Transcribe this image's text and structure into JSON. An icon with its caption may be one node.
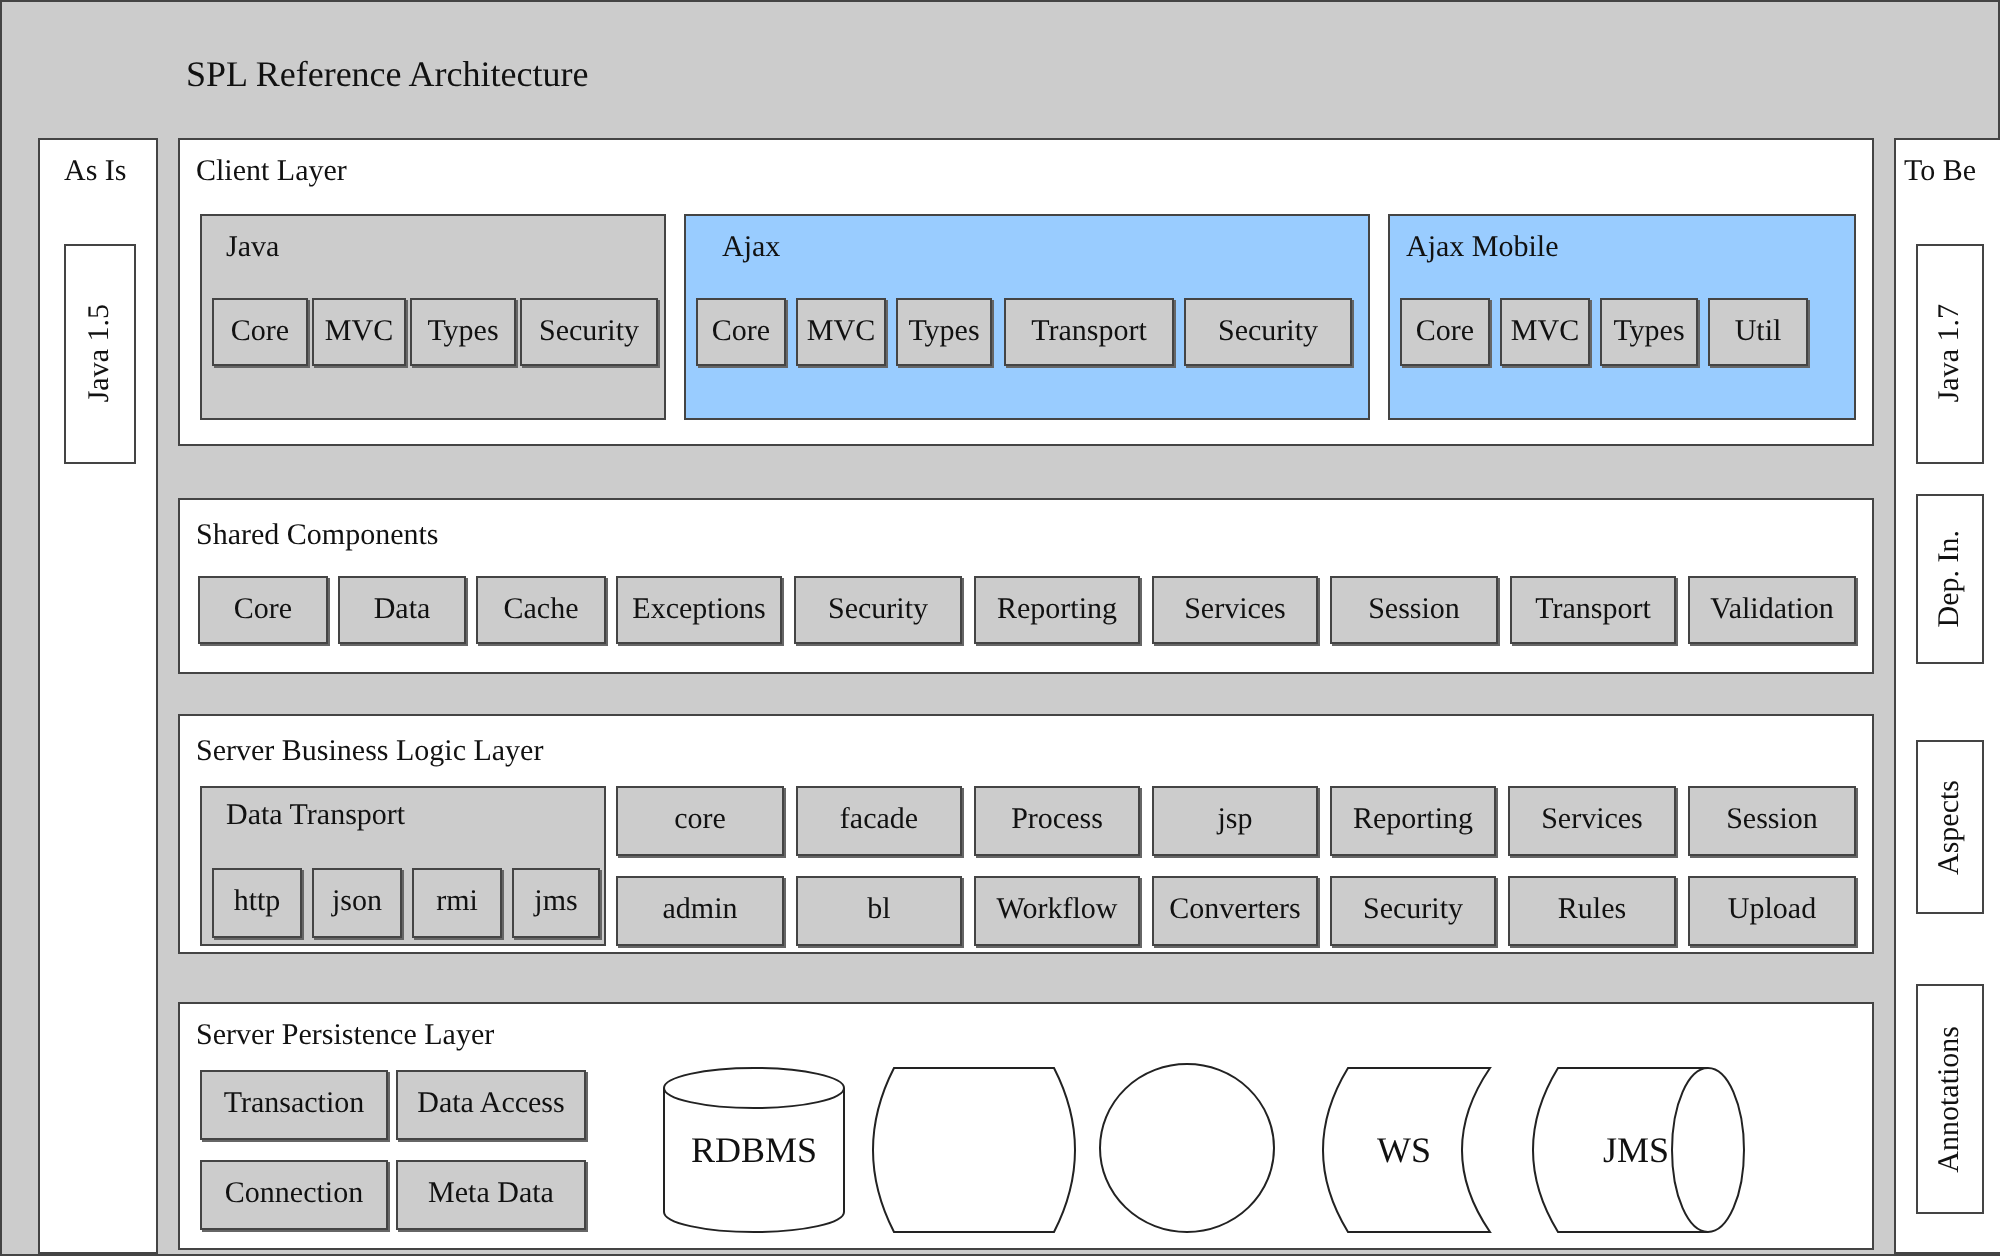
{
  "diagram": {
    "nodes": [
      {
        "text": [
          "SPL Reference Architecture"
        ]
      },
      {
        "text": [
          "As Is"
        ],
        "in": 0
      },
      {
        "text": [
          "Java 1.5"
        ],
        "in": 1
      },
      {
        "text": [
          "Client Layer"
        ],
        "in": 0
      },
      {
        "text": [
          "Java"
        ],
        "in": 3
      },
      {
        "text": [
          "Core"
        ],
        "in": 4
      },
      {
        "text": [
          "MVC"
        ],
        "in": 4
      },
      {
        "text": [
          "Types"
        ],
        "in": 4
      },
      {
        "text": [
          "Security"
        ],
        "in": 4
      },
      {
        "text": [
          "Ajax"
        ],
        "in": 3
      },
      {
        "text": [
          "Core"
        ],
        "in": 9
      },
      {
        "text": [
          "MVC"
        ],
        "in": 9
      },
      {
        "text": [
          "Types"
        ],
        "in": 9
      },
      {
        "text": [
          "Transport"
        ],
        "in": 9
      },
      {
        "text": [
          "Security"
        ],
        "in": 9
      },
      {
        "text": [
          "Ajax Mobile"
        ],
        "in": 3
      },
      {
        "text": [
          "Core"
        ],
        "in": 15
      },
      {
        "text": [
          "MVC"
        ],
        "in": 15
      },
      {
        "text": [
          "Types"
        ],
        "in": 15
      },
      {
        "text": [
          "Util"
        ],
        "in": 15
      },
      {
        "text": [
          "To Be"
        ],
        "in": 0
      },
      {
        "text": [
          "Java 1.7"
        ],
        "in": 20
      },
      {
        "text": [
          "Dep. In."
        ],
        "in": 20
      },
      {
        "text": [
          "Aspects"
        ],
        "in": 20
      },
      {
        "text": [
          "Annotations"
        ],
        "in": 20
      },
      {
        "text": [
          "Shared Components"
        ],
        "in": 0
      },
      {
        "text": [
          "Core"
        ],
        "in": 25
      },
      {
        "text": [
          "Data"
        ],
        "in": 25
      },
      {
        "text": [
          "Cache"
        ],
        "in": 25
      },
      {
        "text": [
          "Exceptions"
        ],
        "in": 25
      },
      {
        "text": [
          "Security"
        ],
        "in": 25
      },
      {
        "text": [
          "Reporting"
        ],
        "in": 25
      },
      {
        "text": [
          "Services"
        ],
        "in": 25
      },
      {
        "text": [
          "Session"
        ],
        "in": 25
      },
      {
        "text": [
          "Transport"
        ],
        "in": 25
      },
      {
        "text": [
          "Validation"
        ],
        "in": 25
      },
      {
        "text": [
          "Server Business Logic Layer"
        ],
        "in": 0
      },
      {
        "text": [
          "Data Transport"
        ],
        "in": 36
      },
      {
        "text": [
          "http"
        ],
        "in": 37
      },
      {
        "text": [
          "json"
        ],
        "in": 37
      },
      {
        "text": [
          "rmi"
        ],
        "in": 37
      },
      {
        "text": [
          "jms"
        ],
        "in": 37
      },
      {
        "text": [
          "core"
        ],
        "in": 36
      },
      {
        "text": [
          "facade"
        ],
        "in": 36
      },
      {
        "text": [
          "Process"
        ],
        "in": 36
      },
      {
        "text": [
          "jsp"
        ],
        "in": 36
      },
      {
        "text": [
          "Reporting"
        ],
        "in": 36
      },
      {
        "text": [
          "Services"
        ],
        "in": 36
      },
      {
        "text": [
          "Session"
        ],
        "in": 36
      },
      {
        "text": [
          "admin"
        ],
        "in": 36
      },
      {
        "text": [
          "bl"
        ],
        "in": 36
      },
      {
        "text": [
          "Workflow"
        ],
        "in": 36
      },
      {
        "text": [
          "Converters"
        ],
        "in": 36
      },
      {
        "text": [
          "Security"
        ],
        "in": 36
      },
      {
        "text": [
          "Rules"
        ],
        "in": 36
      },
      {
        "text": [
          "Upload"
        ],
        "in": 36
      },
      {
        "text": [
          "Server Persistence Layer"
        ],
        "in": 0
      },
      {
        "text": [
          "Transaction"
        ],
        "in": 56
      },
      {
        "text": [
          "Data Access"
        ],
        "in": 56
      },
      {
        "text": [
          "Connection"
        ],
        "in": 56
      },
      {
        "text": [
          "Meta Data"
        ],
        "in": 56
      },
      {
        "text": [
          "RDBMS"
        ],
        "in": 56
      },
      {
        "text": [],
        "shape": "box",
        "in": 56
      },
      {
        "text": [],
        "shape": "circle",
        "in": 56
      },
      {
        "text": [
          "WS"
        ],
        "in": 56
      },
      {
        "text": [
          "JMS"
        ],
        "in": 56
      }
    ]
  }
}
